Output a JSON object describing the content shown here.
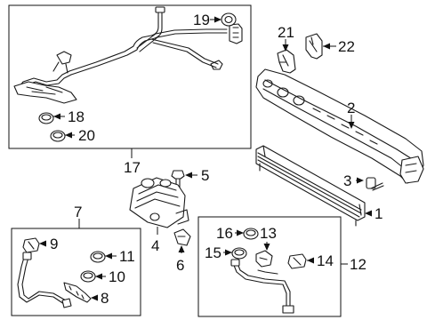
{
  "diagram": {
    "callouts": {
      "c1": "1",
      "c2": "2",
      "c3": "3",
      "c4": "4",
      "c5": "5",
      "c6": "6",
      "c7": "7",
      "c8": "8",
      "c9": "9",
      "c10": "10",
      "c11": "11",
      "c12": "12",
      "c13": "13",
      "c14": "14",
      "c15": "15",
      "c16": "16",
      "c17": "17",
      "c18": "18",
      "c19": "19",
      "c20": "20",
      "c21": "21",
      "c22": "22"
    },
    "groups": {
      "cooler_line_group": "17",
      "small_line_group": "7",
      "return_line_group": "12"
    }
  }
}
